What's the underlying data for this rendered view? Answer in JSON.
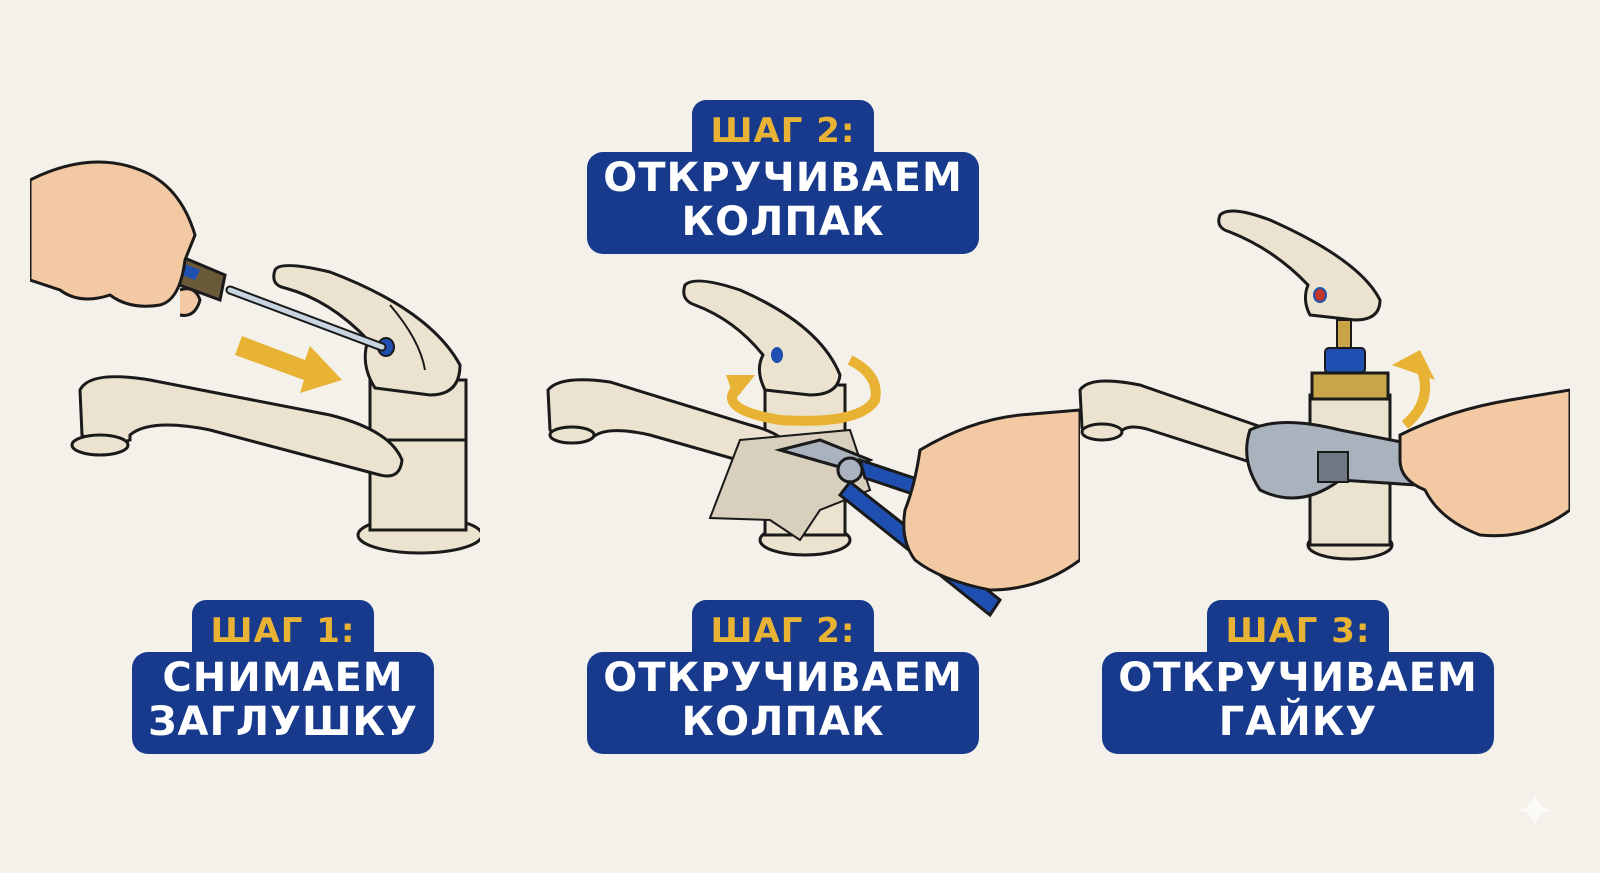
{
  "colors": {
    "background": "#f4f1ea",
    "label_bg": "#173a8c",
    "step_text": "#e8b234",
    "body_text": "#ffffff",
    "arrow": "#e8b234",
    "tool_blue": "#1f4fb0",
    "faucet": "#ebe3cf",
    "skin": "#f3c9a3",
    "metal": "#a9b2bd",
    "brass": "#c9a54a"
  },
  "steps": [
    {
      "step": "ШАГ 1:",
      "line1": "СНИМАЕМ",
      "line2": "ЗАГЛУШКУ",
      "illustration": "hand-with-screwdriver-removing-cap",
      "icon": "arrow-right-icon"
    },
    {
      "step": "ШАГ 2:",
      "line1": "ОТКРУЧИВАЕМ",
      "line2": "КОЛПАК",
      "illustration": "pliers-with-cloth-unscrewing-cap",
      "icon": "rotate-arrow-icon"
    },
    {
      "step": "ШАГ 3:",
      "line1": "ОТКРУЧИВАЕМ",
      "line2": "ГАЙКУ",
      "illustration": "wrench-unscrewing-nut",
      "icon": "curved-arrow-icon"
    }
  ],
  "top_label": {
    "step": "ШАГ 2:",
    "line1": "ОТКРУЧИВАЕМ",
    "line2": "КОЛПАК"
  },
  "watermark": "sparkle-icon"
}
